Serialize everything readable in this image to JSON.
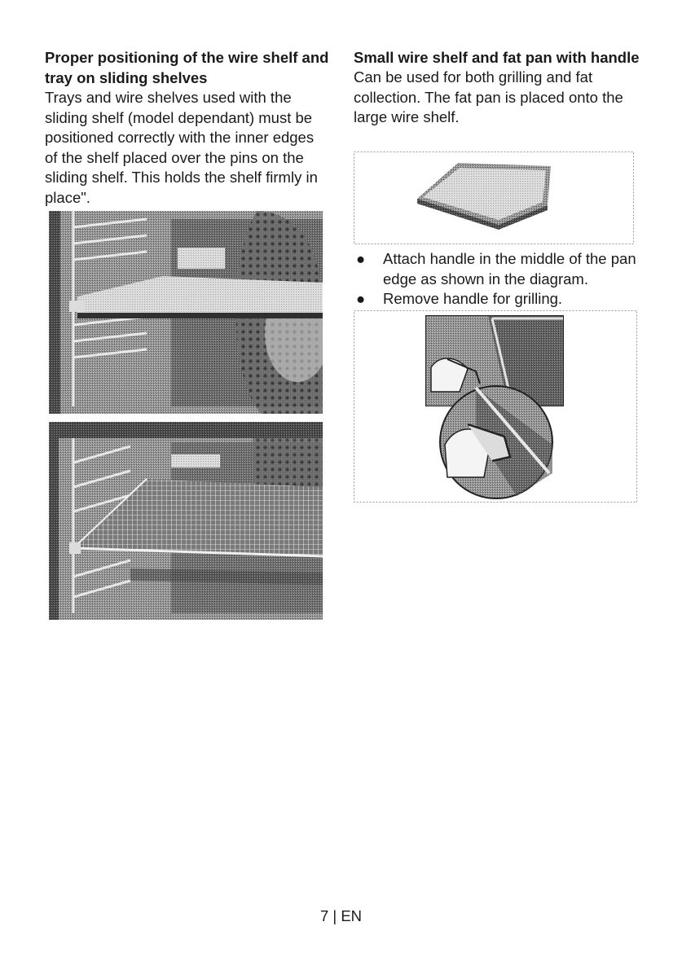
{
  "left": {
    "heading": "Proper positioning of the wire shelf and tray on sliding shelves",
    "body": "Trays and wire shelves used with the sliding shelf (model dependant) must be positioned correctly with the inner edges of the shelf placed over the pins on the sliding shelf. This holds the shelf firmly in place\"."
  },
  "right": {
    "heading": "Small wire shelf and fat pan with handle",
    "body": "Can be used for both grilling and fat collection. The fat pan is placed onto the large wire shelf.",
    "bullets": [
      "Attach handle in the middle of the pan edge as shown in the diagram.",
      "Remove handle for grilling."
    ]
  },
  "footer": {
    "page": "7 | EN"
  }
}
